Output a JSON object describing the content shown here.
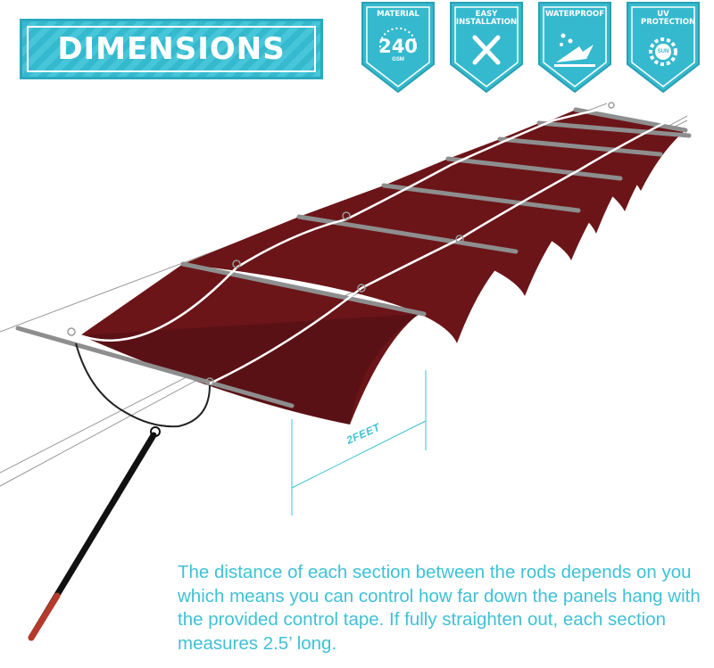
{
  "title": "DIMENSIONS",
  "badges": [
    {
      "label": "MATERIAL",
      "value": "240",
      "unit": "GSM",
      "icon": "gauge-icon"
    },
    {
      "label": "EASY INSTALLATION",
      "icon": "tools-icon"
    },
    {
      "label": "WATERPROOF",
      "icon": "water-drops-icon"
    },
    {
      "label": "UV PROTECTION",
      "icon": "sun-icon",
      "icon_text": "SUN"
    }
  ],
  "dimension_label": "2FEET",
  "description": "The distance of each section between the rods depends on you which means you can control how far down the panels hang with the provided control tape. If fully straighten out, each section measures 2.5’ long.",
  "colors": {
    "accent": "#3fc1d6",
    "fabric": "#6b1519",
    "badge": "#35b9ce"
  }
}
